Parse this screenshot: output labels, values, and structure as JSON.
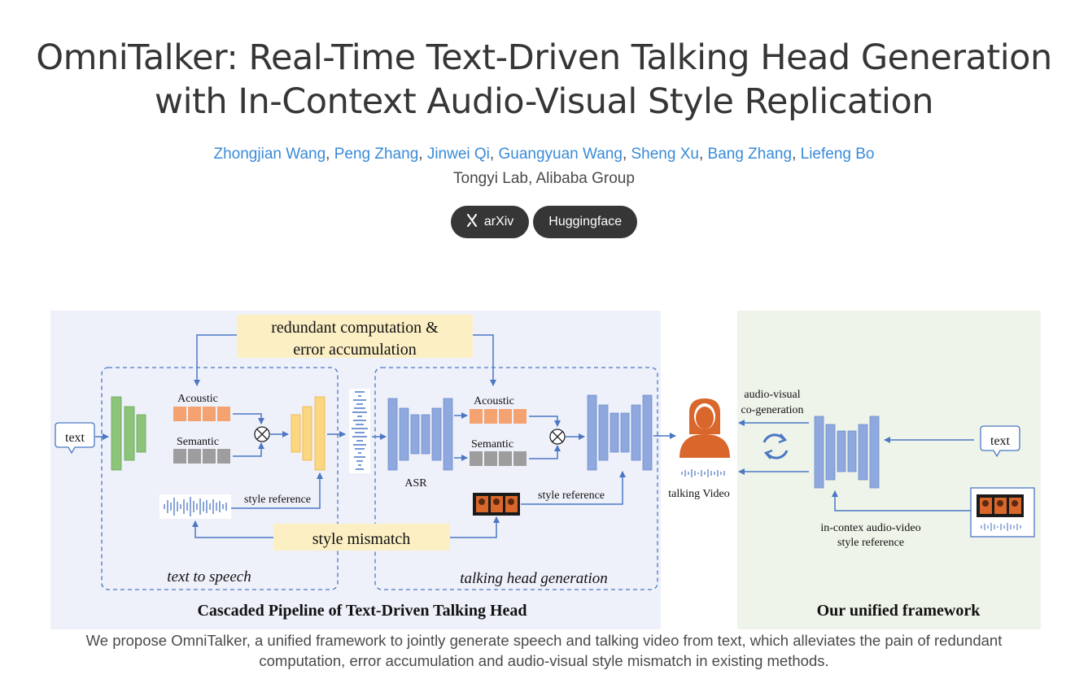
{
  "page": {
    "title_line1": "OmniTalker: Real-Time Text-Driven Talking Head Generation",
    "title_line2": "with In-Context Audio-Visual Style Replication",
    "authors": [
      {
        "name": "Zhongjian Wang"
      },
      {
        "name": "Peng Zhang"
      },
      {
        "name": "Jinwei Qi"
      },
      {
        "name": "Guangyuan Wang"
      },
      {
        "name": "Sheng Xu"
      },
      {
        "name": "Bang Zhang"
      },
      {
        "name": "Liefeng Bo"
      }
    ],
    "affiliation": "Tongyi Lab, Alibaba Group",
    "buttons": {
      "arxiv_label": "arXiv",
      "huggingface_label": "Huggingface"
    }
  },
  "figure": {
    "redundant_line1": "redundant computation &",
    "redundant_line2": "error accumulation",
    "text_left": "text",
    "acoustic": "Acoustic",
    "semantic": "Semantic",
    "style_reference": "style reference",
    "style_mismatch": "style mismatch",
    "text_to_speech": "text to speech",
    "asr": "ASR",
    "talking_head_generation": "talking head generation",
    "talking_video": "talking Video",
    "cascaded_caption": "Cascaded Pipeline of Text-Driven Talking Head",
    "av_line1": "audio-visual",
    "av_line2": "co-generation",
    "text_right": "text",
    "incontext_line1": "in-contex audio-video",
    "incontext_line2": "style reference",
    "unified_caption": "Our unified framework"
  },
  "caption": {
    "line1": "We propose OmniTalker, a unified framework to jointly generate speech and talking video from text, which alleviates the pain of redundant",
    "line2": "computation, error accumulation and audio-visual style mismatch in existing methods."
  },
  "colors": {
    "link": "#3a8bd8",
    "button_bg": "#363636",
    "left_panel_bg": "#eef1fa",
    "right_panel_bg": "#eef4ea",
    "arrow_blue": "#4b77c4",
    "highlight": "#fcefc4"
  },
  "icons": {
    "arxiv": "arxiv-icon",
    "person": "person-icon",
    "cycle": "cycle-icon"
  }
}
